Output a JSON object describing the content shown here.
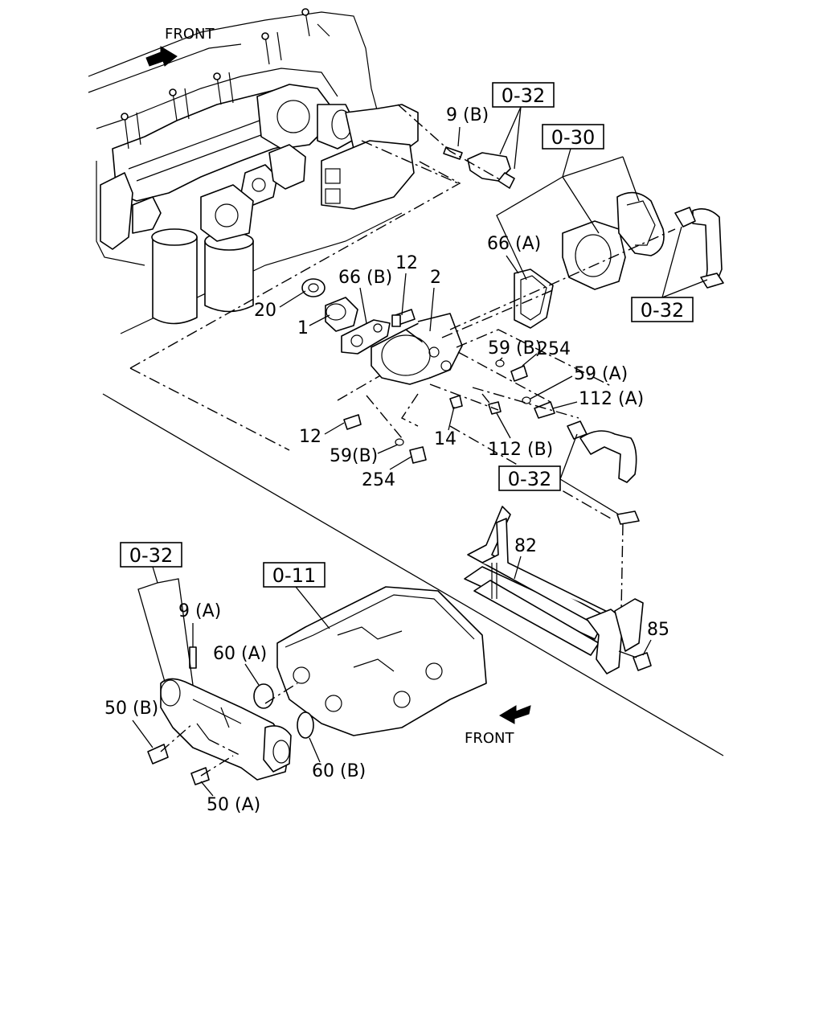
{
  "direction_labels": {
    "front_top": "FRONT",
    "front_bottom": "FRONT"
  },
  "reference_boxes": {
    "ref_0_32_top": "0-32",
    "ref_0_30": "0-30",
    "ref_0_32_right": "0-32",
    "ref_0_32_mid": "0-32",
    "ref_0_32_left": "0-32",
    "ref_0_11": "0-11"
  },
  "part_labels": {
    "p9b": "9 (B)",
    "p66a": "66 (A)",
    "p12_top": "12",
    "p66b": "66 (B)",
    "p2": "2",
    "p20": "20",
    "p1": "1",
    "p59b_top": "59 (B)",
    "p254_top": "254",
    "p59a": "59 (A)",
    "p112a": "112 (A)",
    "p12_low": "12",
    "p14": "14",
    "p112b": "112 (B)",
    "p59b_low": "59(B)",
    "p254_low": "254",
    "p82": "82",
    "p85": "85",
    "p9a": "9 (A)",
    "p60a": "60 (A)",
    "p50b": "50 (B)",
    "p60b": "60 (B)",
    "p50a": "50 (A)"
  }
}
